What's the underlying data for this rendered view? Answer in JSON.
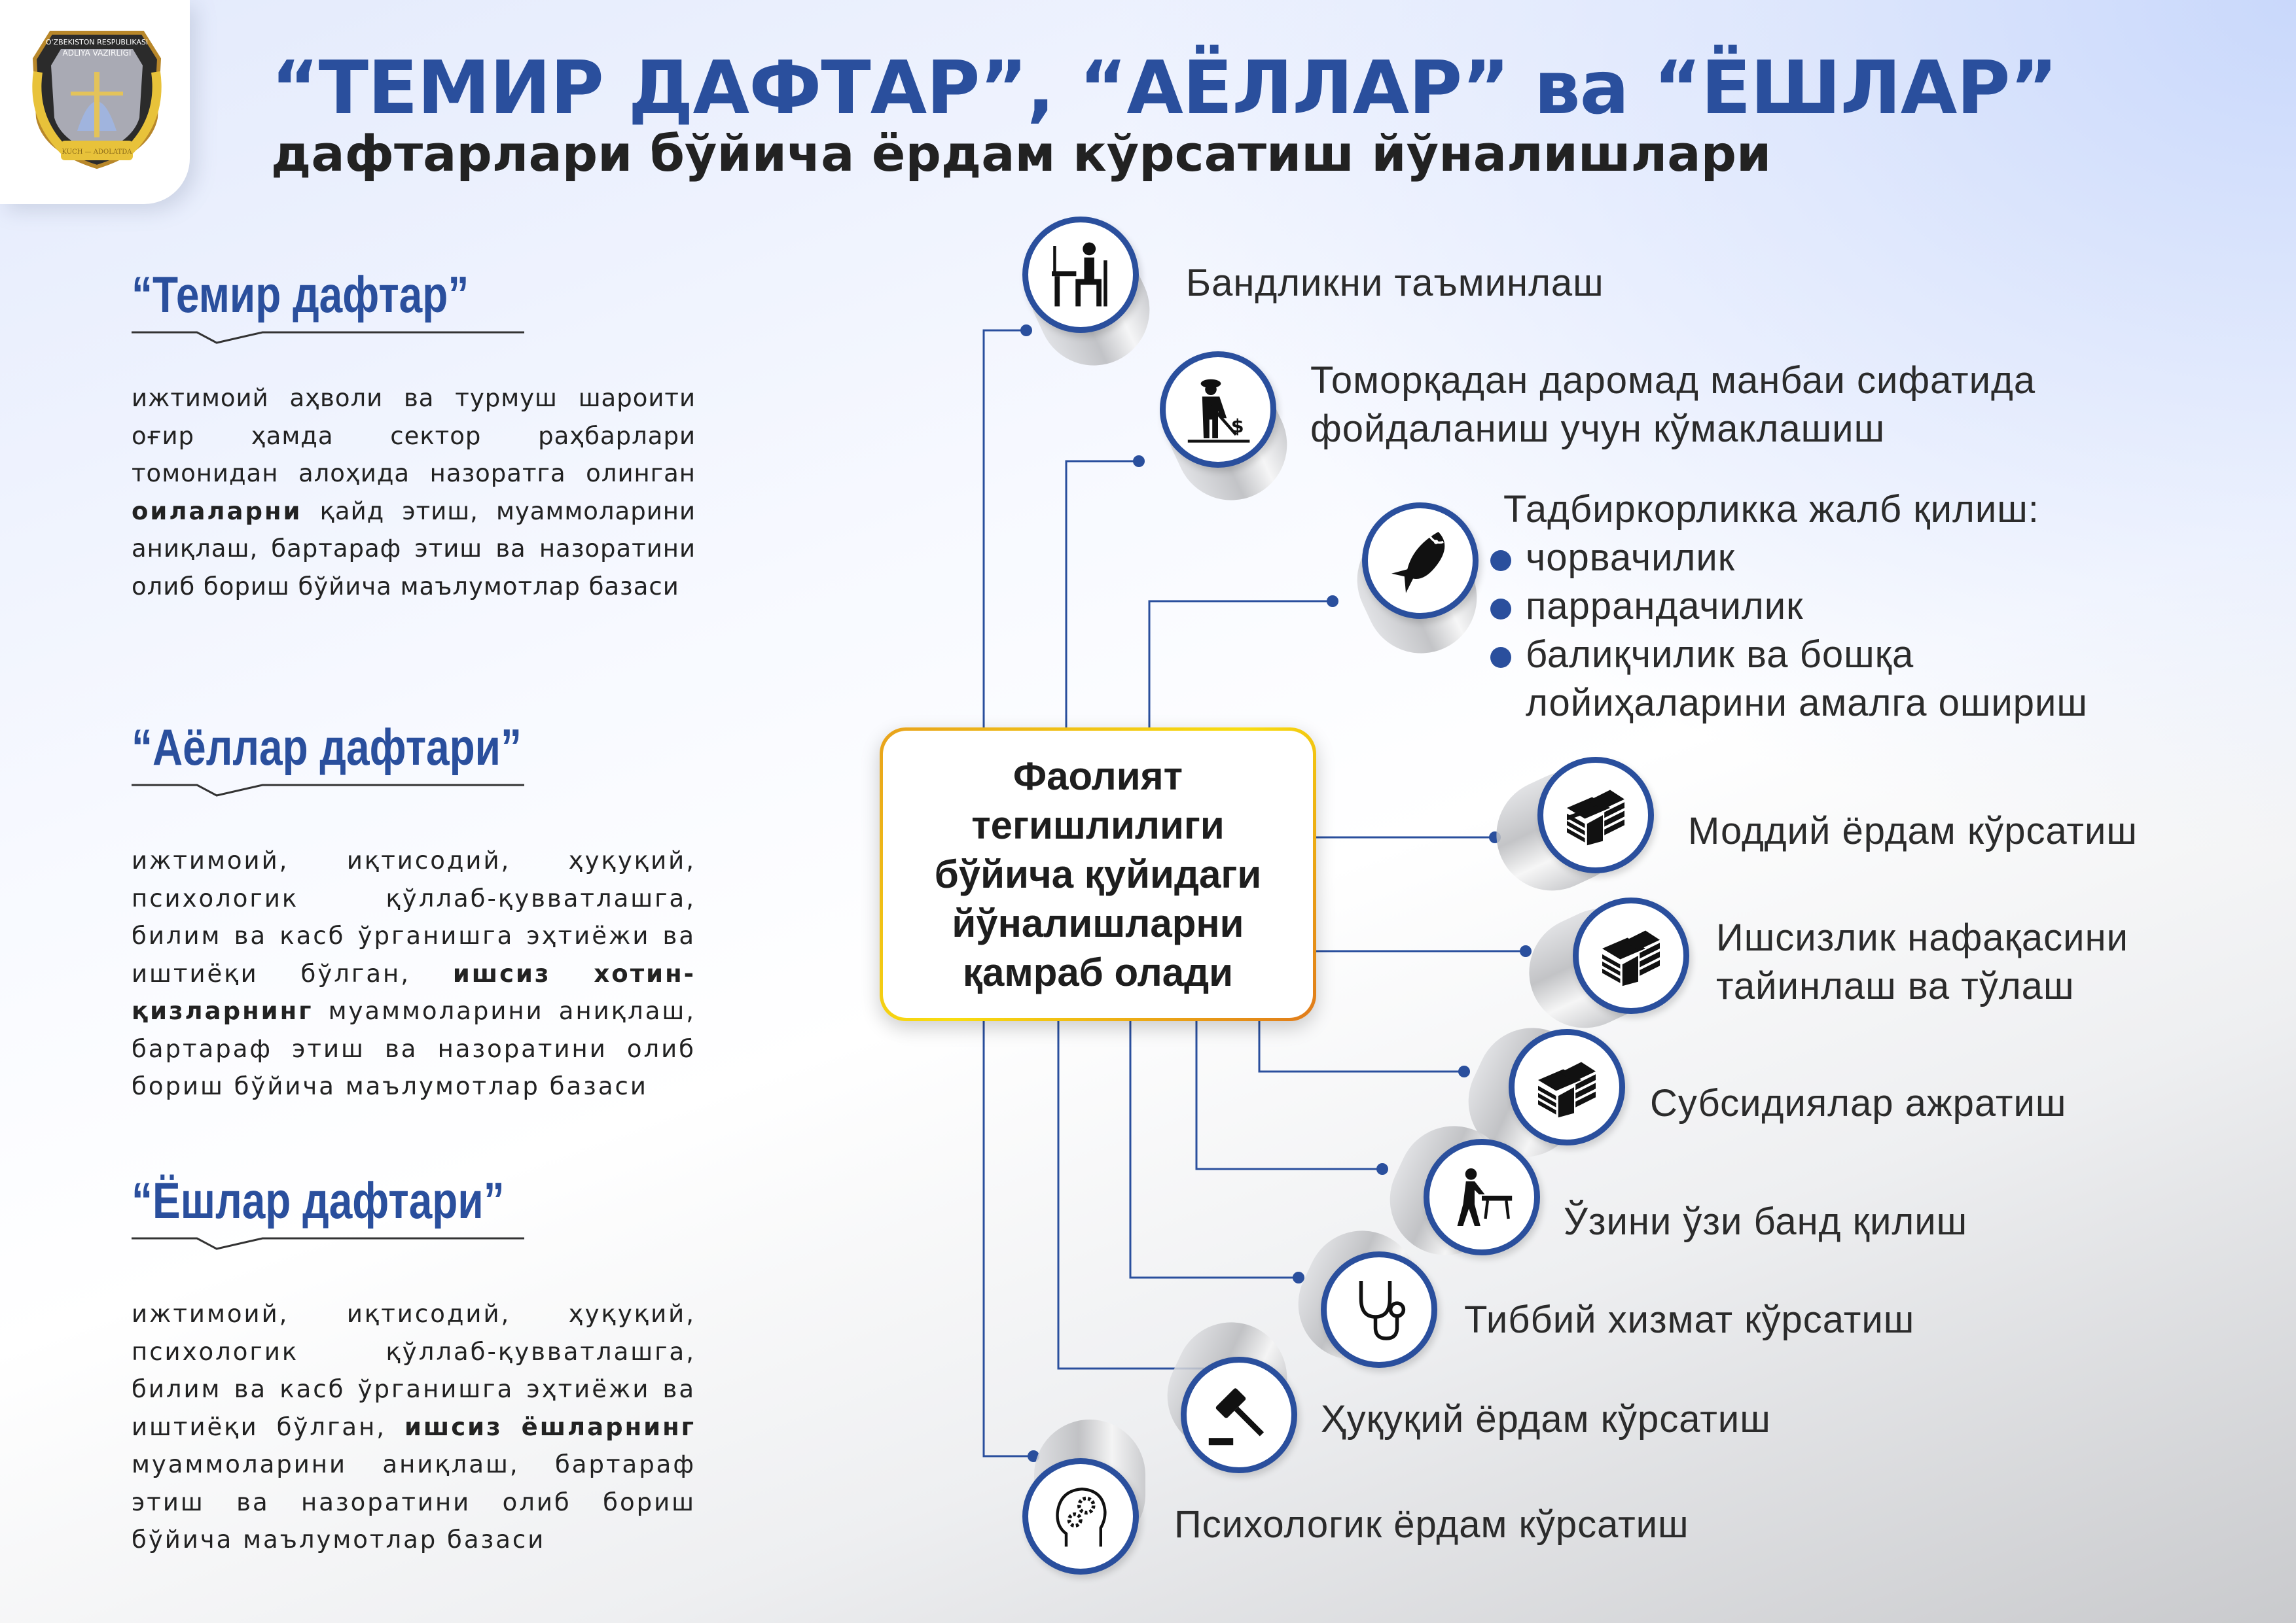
{
  "logo": {
    "top_text": "O'ZBEKISTON RESPUBLIKASI",
    "middle_text": "ADLIYA VAZIRLIGI",
    "motto": "KUCH — ADOLATDA"
  },
  "header": {
    "title_line1": "“ТЕМИР ДАФТАР”, “АЁЛЛАР” ва “ЁШЛАР”",
    "title_line2": "дафтарлари бўйича ёрдам кўрсатиш йўналишлари"
  },
  "sections": [
    {
      "heading": "“Темир дафтар”",
      "text_before": "ижтимоий аҳволи ва турмуш шароити оғир ҳамда сектор раҳбарлари томонидан алоҳида назоратга олинган ",
      "text_bold": "оилаларни",
      "text_after": " қайд этиш, муаммоларини аниқлаш, бартараф этиш ва назоратини олиб бориш бўйича маълумотлар базаси"
    },
    {
      "heading": "“Аёллар дафтари”",
      "text_before": "ижтимоий, иқтисодий, ҳуқуқий, психологик қўллаб-қувватлашга, билим ва касб ўрганишга эҳтиёжи ва иштиёқи бўлган, ",
      "text_bold": "ишсиз хотин-қизларнинг",
      "text_after": " муаммоларини аниқлаш, бартараф этиш ва назоратини олиб бориш бўйича маълумотлар базаси"
    },
    {
      "heading": "“Ёшлар дафтари”",
      "text_before": "ижтимоий, иқтисодий, ҳуқуқий, психологик қўллаб-қувватлашга, билим ва касб ўрганишга эҳтиёжи ва иштиёқи бўлган, ",
      "text_bold": "ишсиз ёшларнинг",
      "text_after": " муаммоларини аниқлаш, бартараф этиш ва назоратини олиб бориш бўйича маълумотлар базаси"
    }
  ],
  "center": {
    "text": "Фаолият тегишлилиги бўйича қуйидаги йўналишларни қамраб олади"
  },
  "directions": [
    {
      "icon": "office-worker-icon",
      "lines": [
        "Бандликни таъминлаш"
      ]
    },
    {
      "icon": "farmer-icon",
      "lines": [
        "Томорқадан даромад манбаи сифатида",
        "фойдаланиш учун кўмаклашиш"
      ]
    },
    {
      "icon": "fish-icon",
      "lines": [
        "Тадбиркорликка жалб қилиш:"
      ],
      "bullets": [
        "чорвачилик",
        "паррандачилик",
        "балиқчилик ва бошқа"
      ],
      "bullet_continuation": "лойиҳаларини амалга ошириш"
    },
    {
      "icon": "money-stack-icon",
      "lines": [
        "Моддий ёрдам кўрсатиш"
      ]
    },
    {
      "icon": "money-stack-icon",
      "lines": [
        "Ишсизлик нафақасини",
        "тайинлаш ва тўлаш"
      ]
    },
    {
      "icon": "money-stack-icon",
      "lines": [
        "Субсидиялар ажратиш"
      ]
    },
    {
      "icon": "craftsman-icon",
      "lines": [
        "Ўзини ўзи банд қилиш"
      ]
    },
    {
      "icon": "stethoscope-icon",
      "lines": [
        "Тиббий хизмат кўрсатиш"
      ]
    },
    {
      "icon": "gavel-icon",
      "lines": [
        "Ҳуқуқий ёрдам кўрсатиш"
      ]
    },
    {
      "icon": "head-gears-icon",
      "lines": [
        "Психологик ёрдам кўрсатиш"
      ]
    }
  ],
  "colors": {
    "brand_blue": "#2a4f9d",
    "box_gold": "#f8dd10",
    "box_orange": "#e07a1a"
  }
}
